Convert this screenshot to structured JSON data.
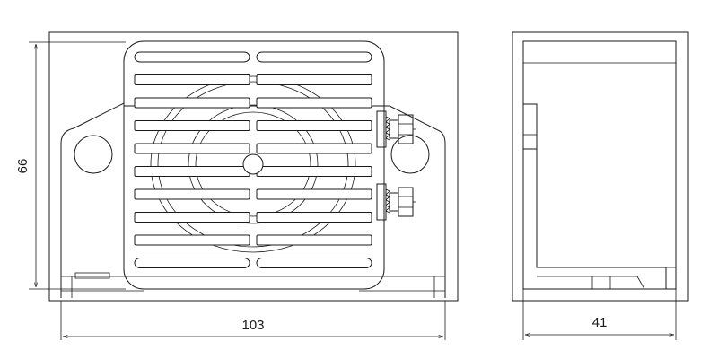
{
  "dimensions": {
    "height": "66",
    "width": "103",
    "depth": "41"
  },
  "colors": {
    "line": "#1a1a1a",
    "background": "#ffffff"
  }
}
